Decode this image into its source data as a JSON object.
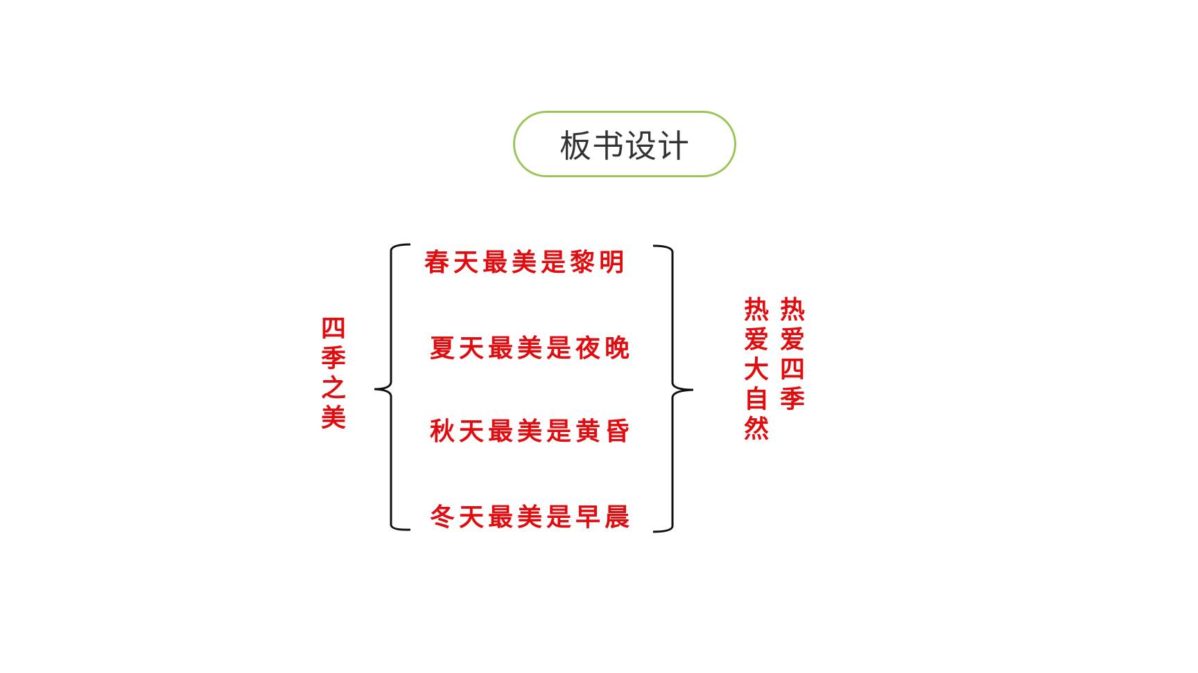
{
  "title": "板书设计",
  "theme_label": "四季之美",
  "lines": [
    "春天最美是黎明",
    "夏天最美是夜晚",
    "秋天最美是黄昏",
    "冬天最美是早晨"
  ],
  "conclusions": [
    "热爱大自然",
    "热爱四季"
  ],
  "colors": {
    "accent_text": "#e00d10",
    "pill_border": "#9bc55a",
    "title_text": "#333333"
  }
}
